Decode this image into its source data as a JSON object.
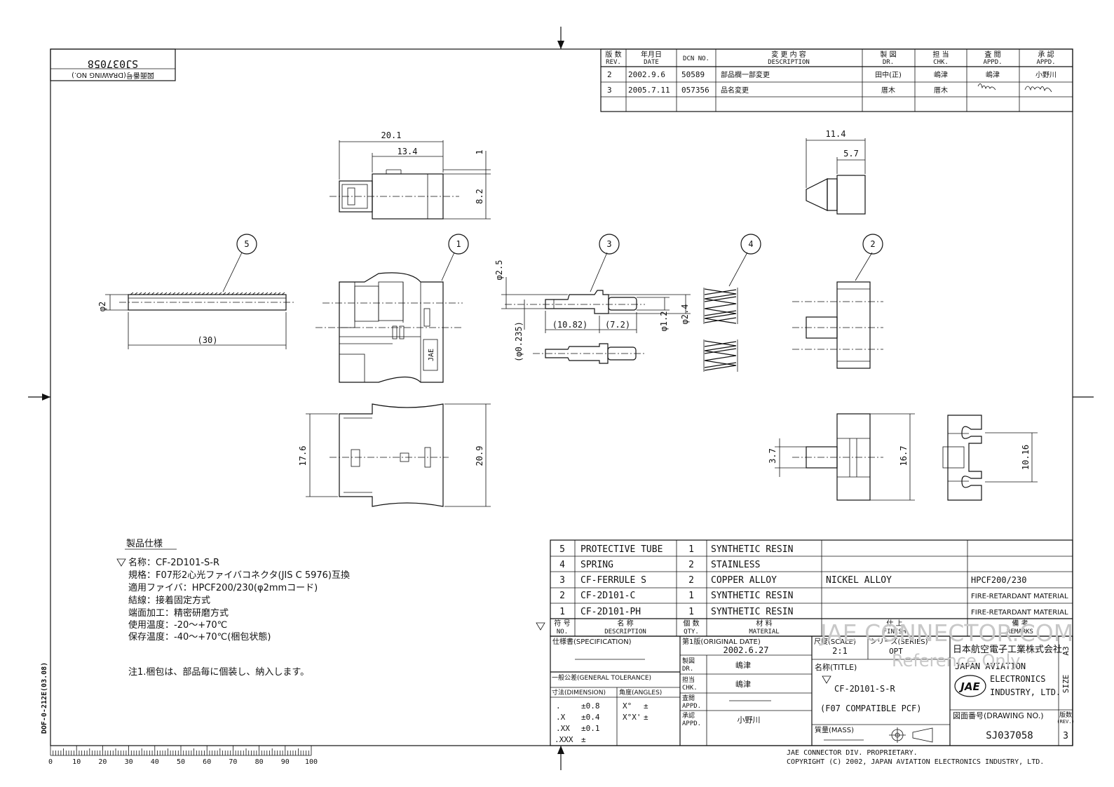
{
  "drawing_no_box": {
    "label": "図面番号(DRAWING NO.)",
    "value": "SJ037058"
  },
  "revision_table": {
    "headers": [
      {
        "jp": "版 数",
        "en": "REV."
      },
      {
        "jp": "年月日",
        "en": "DATE"
      },
      {
        "jp": "",
        "en": "DCN NO."
      },
      {
        "jp": "変 更 内 容",
        "en": "DESCRIPTION"
      },
      {
        "jp": "製 図",
        "en": "DR."
      },
      {
        "jp": "担 当",
        "en": "CHK."
      },
      {
        "jp": "査 閲",
        "en": "APPD."
      },
      {
        "jp": "承 認",
        "en": "APPD."
      }
    ],
    "rows": [
      [
        "2",
        "2002.9.6",
        "50589",
        "部品欄一部変更",
        "田中(正)",
        "嶋津",
        "嶋津",
        "小野川"
      ],
      [
        "3",
        "2005.7.11",
        "057356",
        "品名変更",
        "厝木",
        "厝木",
        "",
        ""
      ]
    ]
  },
  "dimensions": {
    "top_view": [
      "20.1",
      "13.4",
      "1",
      "8.2"
    ],
    "cover_view": [
      "11.4",
      "5.7"
    ],
    "tube": [
      "φ2",
      "(30)"
    ],
    "ferrule": [
      "φ2.5",
      "(φ0.235)",
      "(10.82)",
      "(7.2)",
      "φ1.2",
      "φ2.4"
    ],
    "housing_side": [
      "17.6",
      "20.9"
    ],
    "clip": [
      "3.7",
      "16.7",
      "10.16"
    ]
  },
  "balloons": [
    "5",
    "1",
    "3",
    "4",
    "2"
  ],
  "jae_mark": "JAE",
  "spec_notes": {
    "heading": "製品仕様",
    "lines": [
      "名称：CF-2D101-S-R",
      "規格：F07形2心光ファイバコネクタ(JIS C 5976)互換",
      "適用ファイバ：HPCF200/230(φ2mmコード)",
      "結線：接着固定方式",
      "端面加工：精密研磨方式",
      "使用温度：-20〜+70℃",
      "保存温度：-40〜+70℃(梱包状態)"
    ],
    "note": "注1.梱包は、部品毎に個装し、納入します。"
  },
  "parts_list": {
    "rows": [
      {
        "no": "5",
        "desc": "PROTECTIVE TUBE",
        "qty": "1",
        "material": "SYNTHETIC RESIN",
        "finish": "",
        "remarks": ""
      },
      {
        "no": "4",
        "desc": "SPRING",
        "qty": "2",
        "material": "STAINLESS",
        "finish": "",
        "remarks": ""
      },
      {
        "no": "3",
        "desc": "CF-FERRULE S",
        "qty": "2",
        "material": "COPPER ALLOY",
        "finish": "NICKEL ALLOY",
        "remarks": "HPCF200/230"
      },
      {
        "no": "2",
        "desc": "CF-2D101-C",
        "qty": "1",
        "material": "SYNTHETIC RESIN",
        "finish": "",
        "remarks": "FIRE-RETARDANT MATERIAL"
      },
      {
        "no": "1",
        "desc": "CF-2D101-PH",
        "qty": "1",
        "material": "SYNTHETIC RESIN",
        "finish": "",
        "remarks": "FIRE-RETARDANT MATERIAL"
      }
    ],
    "header": {
      "no": [
        "符 号",
        "NO."
      ],
      "desc": [
        "名 称",
        "DESCRIPTION"
      ],
      "qty": [
        "個 数",
        "QTY."
      ],
      "material": [
        "材 料",
        "MATERIAL"
      ],
      "finish": [
        "仕 上",
        "FINISH"
      ],
      "remarks": [
        "備 考",
        "REMARKS"
      ]
    }
  },
  "title_block": {
    "spec_label": "仕様書(SPECIFICATION)",
    "original_date_label": "第1版(ORIGINAL DATE)",
    "original_date": "2002.6.27",
    "scale_label": "尺度(SCALE)",
    "scale": "2:1",
    "series_label": "シリーズ(SERIES)",
    "series": "OPT",
    "company_jp": "日本航空電子工業株式会社",
    "company_en": [
      "JAPAN AVIATION",
      "ELECTRONICS",
      "INDUSTRY, LTD."
    ],
    "logo": "JAE",
    "size_label": "SIZE",
    "size": "A3",
    "dr_label": [
      "製図",
      "DR."
    ],
    "dr": "嶋津",
    "chk_label": [
      "担当",
      "CHK."
    ],
    "chk": "嶋津",
    "appd1_label": [
      "査閲",
      "APPD."
    ],
    "appd2_label": [
      "承認",
      "APPD."
    ],
    "appd2": "小野川",
    "title_label": "名称(TITLE)",
    "title": "CF-2D101-S-R",
    "title_sub": "(F07 COMPATIBLE PCF)",
    "mass_label": "質量(MASS)",
    "tol_label": "一般公差(GENERAL TOLERANCE)",
    "tol_dim_label": "寸法(DIMENSION)",
    "tol_ang_label": "角度(ANGLES)",
    "tol_rows": [
      [
        ".",
        "±0.8",
        "X°",
        "±"
      ],
      [
        ".X",
        "±0.4",
        "X°X'",
        "±"
      ],
      [
        ".XX",
        "±0.1",
        "",
        ""
      ],
      [
        ".XXX",
        "±",
        "",
        ""
      ]
    ],
    "drawing_no_label": "図面番号(DRAWING NO.)",
    "drawing_no": "SJ037058",
    "rev_label": [
      "版数",
      "(REV.)"
    ],
    "rev": "3"
  },
  "watermark": [
    "JAE CONNECTOR.COM",
    "Reference Only"
  ],
  "footer": [
    "JAE CONNECTOR DIV. PROPRIETARY.",
    "COPYRIGHT (C) 2002, JAPAN AVIATION ELECTRONICS INDUSTRY, LTD."
  ],
  "form_code": "DOF-0-212E(03.08)",
  "ruler_labels": [
    "0",
    "10",
    "20",
    "30",
    "40",
    "50",
    "60",
    "70",
    "80",
    "90",
    "100"
  ]
}
